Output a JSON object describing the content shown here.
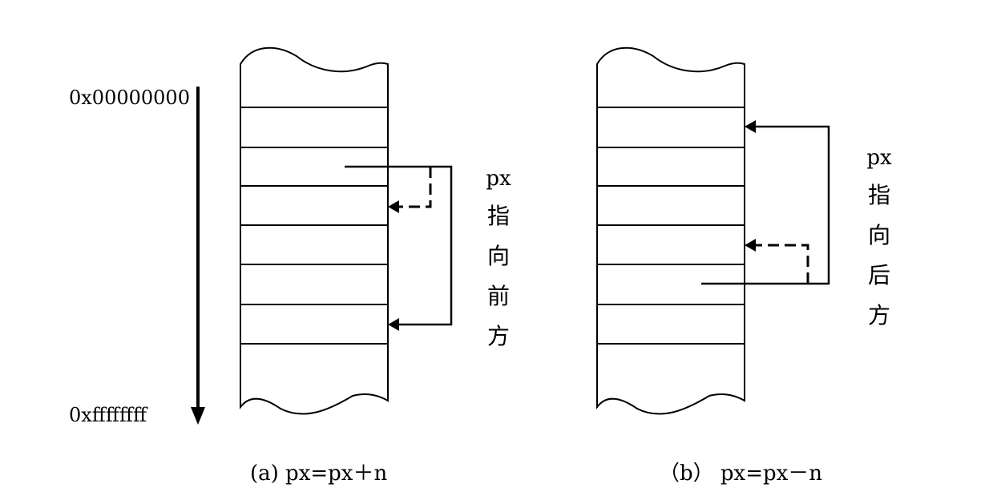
{
  "address_labels": {
    "start": "0x00000000",
    "end": "0xffffffff"
  },
  "panels": [
    {
      "direction_label": [
        "px",
        "指",
        "向",
        "前",
        "方"
      ],
      "caption": "(a) px=px＋n"
    },
    {
      "direction_label": [
        "px",
        "指",
        "向",
        "后",
        "方"
      ],
      "caption": "（b） px=px－n"
    }
  ],
  "colors": {
    "line": "#000000",
    "background": "#ffffff"
  }
}
